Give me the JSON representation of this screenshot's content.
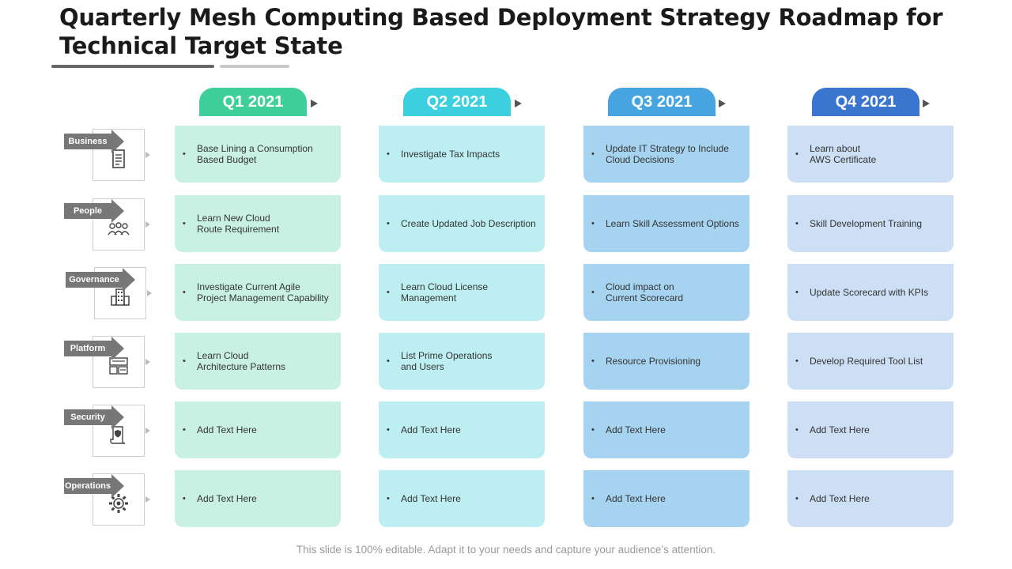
{
  "title": "Quarterly Mesh Computing Based Deployment Strategy Roadmap for Technical Target State",
  "footer": "This slide is 100% editable. Adapt it to your needs and capture your audience’s attention.",
  "quarters": [
    {
      "label": "Q1 2021",
      "color": "#3ecf9b",
      "cell_color": "#c9f1e3"
    },
    {
      "label": "Q2 2021",
      "color": "#3bcfdf",
      "cell_color": "#bdeff2"
    },
    {
      "label": "Q3 2021",
      "color": "#46a4e0",
      "cell_color": "#a6d3ef"
    },
    {
      "label": "Q4 2021",
      "color": "#3a76cf",
      "cell_color": "#cddff5"
    }
  ],
  "rows": [
    {
      "category": "Business",
      "icon": "document-icon",
      "cells": [
        "Base Lining a Consumption\nBased Budget",
        "Investigate Tax Impacts",
        "Update IT Strategy to Include\nCloud Decisions",
        "Learn about\nAWS  Certificate"
      ]
    },
    {
      "category": "People",
      "icon": "team-icon",
      "cells": [
        "Learn New Cloud\nRoute Requirement",
        "Create Updated Job Description",
        "Learn Skill Assessment Options",
        "Skill Development Training"
      ]
    },
    {
      "category": "Governance",
      "icon": "building-icon",
      "cells": [
        "Investigate Current Agile\nProject Management Capability",
        "Learn Cloud License\nManagement",
        "Cloud impact on\nCurrent Scorecard",
        "Update Scorecard with KPIs"
      ]
    },
    {
      "category": "Platform",
      "icon": "platform-icon",
      "cells": [
        "Learn Cloud\nArchitecture Patterns",
        "List Prime Operations\nand Users",
        "Resource Provisioning",
        "Develop Required Tool List"
      ]
    },
    {
      "category": "Security",
      "icon": "security-certificate-icon",
      "cells": [
        "Add Text Here",
        "Add Text Here",
        "Add Text Here",
        "Add Text Here"
      ]
    },
    {
      "category": "Operations",
      "icon": "gear-icon",
      "cells": [
        "Add Text Here",
        "Add Text Here",
        "Add Text Here",
        "Add Text Here"
      ]
    }
  ]
}
